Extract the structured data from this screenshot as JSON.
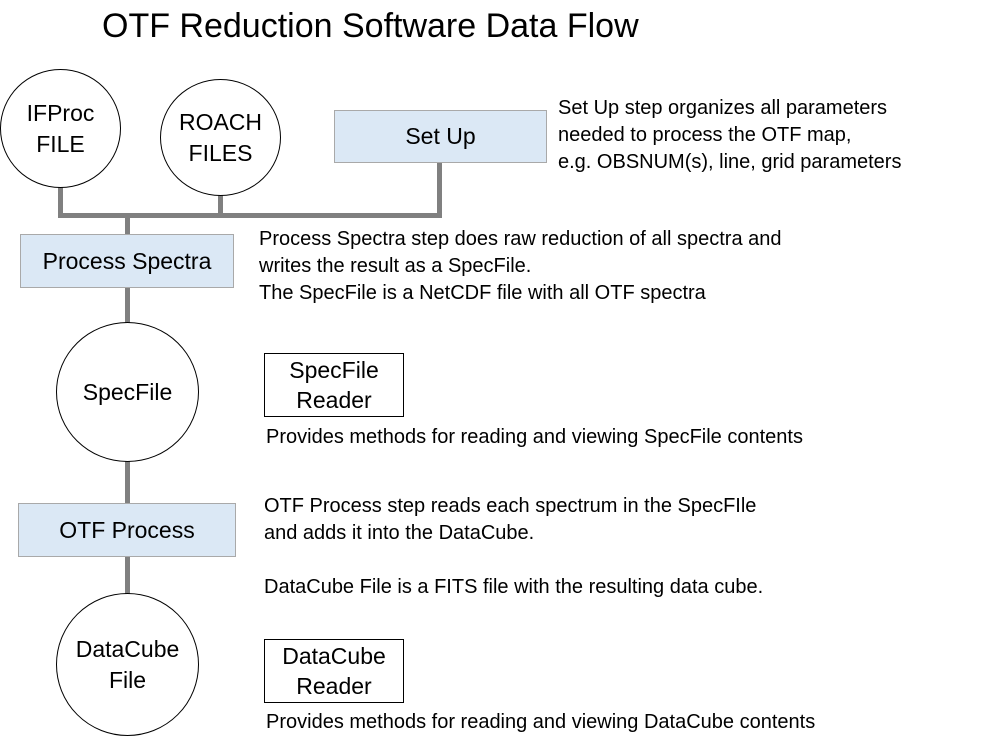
{
  "title": "OTF Reduction Software Data Flow",
  "colors": {
    "process_fill": "#dbe8f5",
    "connector": "#808080",
    "outline": "#000000"
  },
  "nodes": {
    "ifproc_file": "IFProc\nFILE",
    "roach_files": "ROACH\nFILES",
    "set_up": "Set Up",
    "process_spectra": "Process Spectra",
    "specfile": "SpecFile",
    "otf_process": "OTF Process",
    "datacube_file": "DataCube\nFile",
    "specfile_reader": "SpecFile\nReader",
    "datacube_reader": "DataCube\nReader"
  },
  "notes": {
    "set_up": [
      "Set Up step organizes all parameters",
      "needed to process the OTF map,",
      "e.g. OBSNUM(s), line, grid parameters"
    ],
    "process_spectra": [
      "Process Spectra step does raw reduction of all spectra and",
      "writes the result as a SpecFile.",
      "The SpecFile is a NetCDF file with all OTF spectra"
    ],
    "specfile_reader": [
      "Provides methods for reading and viewing SpecFile contents"
    ],
    "otf_process": [
      "OTF Process step reads each spectrum in the SpecFIle",
      "and adds it into the DataCube.",
      "",
      "DataCube File is a FITS file with the resulting data cube."
    ],
    "datacube_reader": [
      "Provides methods for reading and viewing DataCube contents"
    ]
  }
}
